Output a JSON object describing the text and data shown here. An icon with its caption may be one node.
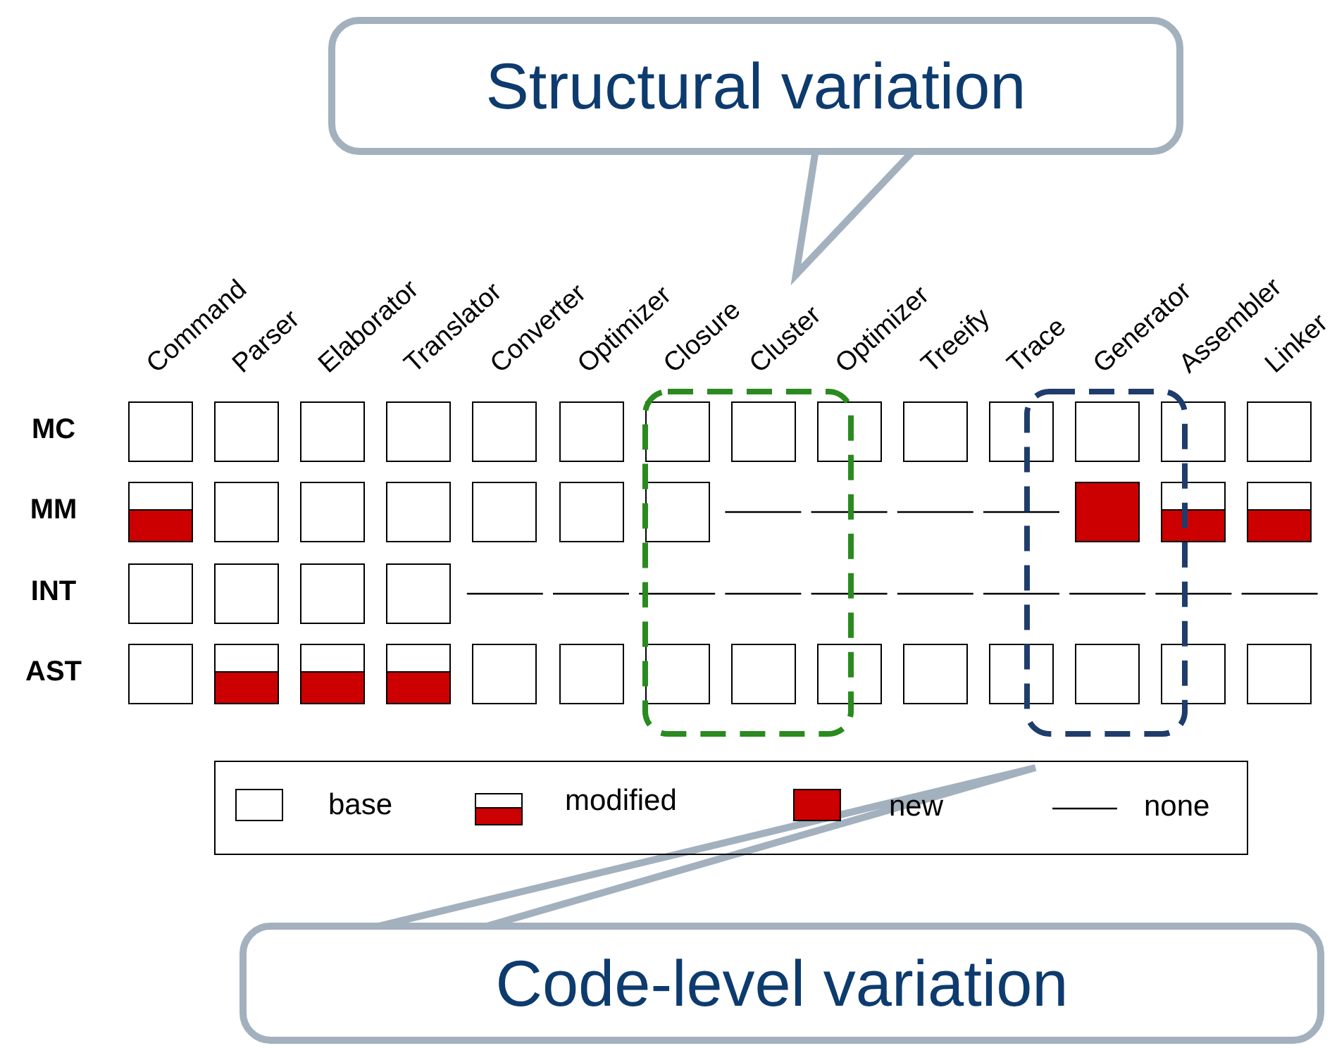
{
  "diagram": {
    "nodes": [
      {
        "text": [
          "Structural variation"
        ]
      },
      {
        "text": [],
        "shape": "box"
      },
      {
        "text": [],
        "shape": "box"
      },
      {
        "text": [
          "Code-level variation"
        ]
      }
    ],
    "labels": [
      "Command",
      "Parser",
      "Elaborator",
      "Translator",
      "Converter",
      "Optimizer",
      "Closure",
      "Cluster",
      "Optimizer",
      "Treeify",
      "Trace",
      "Generator",
      "Assembler",
      "Linker",
      "MC",
      "MM",
      "INT",
      "AST"
    ],
    "legend": [
      {
        "text": "base"
      },
      {
        "text": "modified"
      },
      {
        "text": "new",
        "color": "#cc0000"
      },
      {
        "text": "none"
      }
    ]
  }
}
